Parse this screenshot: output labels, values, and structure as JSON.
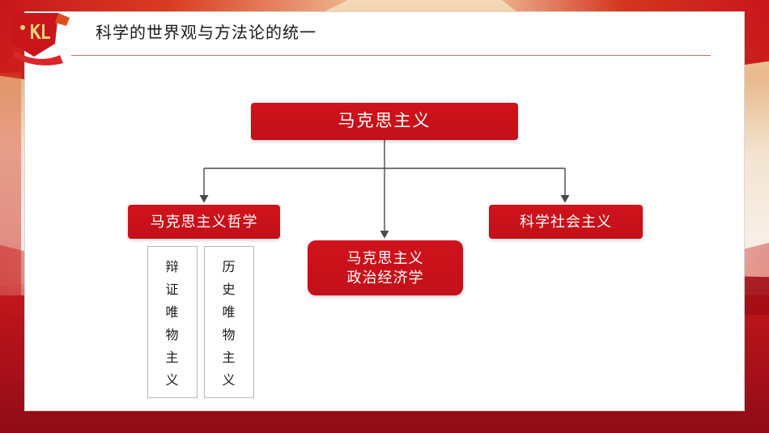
{
  "slide": {
    "title": "科学的世界观与方法论的统一",
    "emblem_icon": "party-emblem-icon"
  },
  "diagram": {
    "type": "tree",
    "root": {
      "label": "马克思主义"
    },
    "branches": [
      {
        "id": "philosophy",
        "label": "马克思主义哲学",
        "children": [
          {
            "id": "dialectical",
            "chars": [
              "辩",
              "证",
              "唯",
              "物",
              "主",
              "义"
            ]
          },
          {
            "id": "historical",
            "chars": [
              "历",
              "史",
              "唯",
              "物",
              "主",
              "义"
            ]
          }
        ]
      },
      {
        "id": "political-economy",
        "line1": "马克思主义",
        "line2": "政治经济学"
      },
      {
        "id": "scientific-socialism",
        "label": "科学社会主义"
      }
    ]
  },
  "colors": {
    "accent_red": "#c2101a",
    "node_red": "#d0121b",
    "rule": "#d46a6a",
    "connector": "#4a4a4a",
    "leaf_border": "#b9b9b9",
    "card": "#ffffff"
  }
}
